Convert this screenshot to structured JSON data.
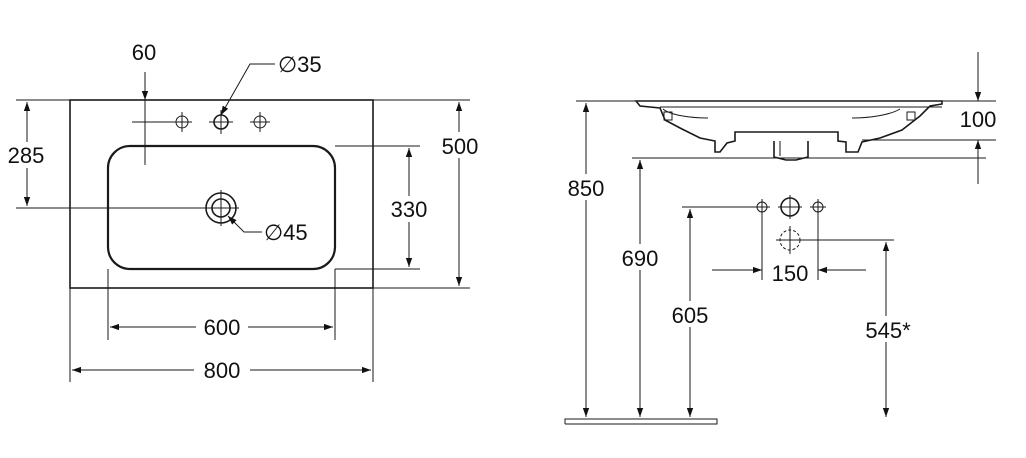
{
  "top_view": {
    "hole_offset": "60",
    "tap_hole_diameter": "∅35",
    "waste_diameter": "∅45",
    "basin_depth_to_waste": "285",
    "bowl_depth": "330",
    "overall_depth": "500",
    "bowl_width": "600",
    "overall_width": "800"
  },
  "side_view": {
    "total_height": "850",
    "basin_thickness": "100",
    "top_height": "690",
    "tap_height": "605",
    "hole_spacing": "150",
    "waste_height": "545*"
  }
}
